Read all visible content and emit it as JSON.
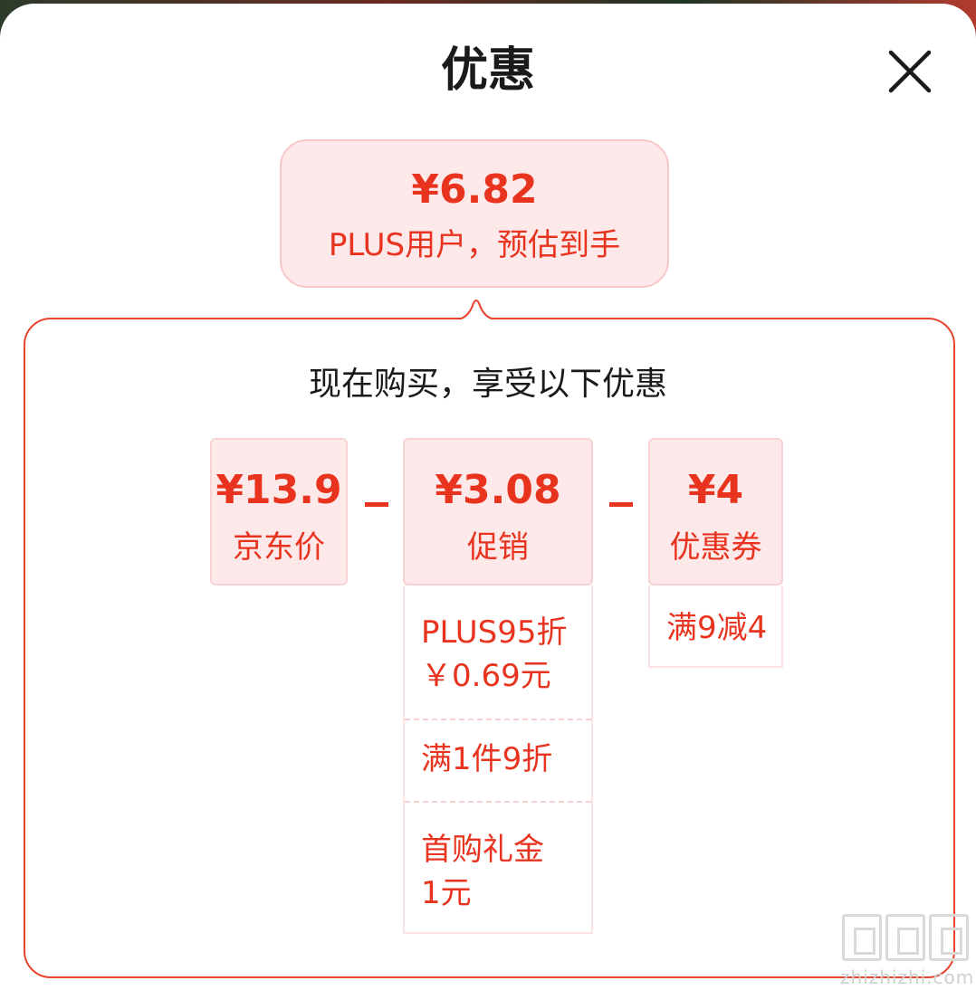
{
  "dialog": {
    "title": "优惠"
  },
  "summary": {
    "price": "¥6.82",
    "note": "PLUS用户，预估到手"
  },
  "breakdown": {
    "heading": "现在购买，享受以下优惠",
    "jd_price": {
      "value": "¥13.9",
      "label": "京东价"
    },
    "promotion": {
      "value": "¥3.08",
      "label": "促销",
      "items": [
        {
          "line1": "PLUS95折",
          "line2": "￥0.69元"
        },
        {
          "line1": "满1件9折",
          "line2": ""
        },
        {
          "line1": "首购礼金",
          "line2": "1元"
        }
      ]
    },
    "coupon": {
      "value": "¥4",
      "label": "优惠券",
      "items": [
        {
          "line1": "满9减4"
        }
      ]
    }
  },
  "watermark": {
    "text": "zhizhizhi.com"
  },
  "colors": {
    "accent": "#e8331f",
    "card_bg": "#fde9e9",
    "border": "#e8432f"
  }
}
